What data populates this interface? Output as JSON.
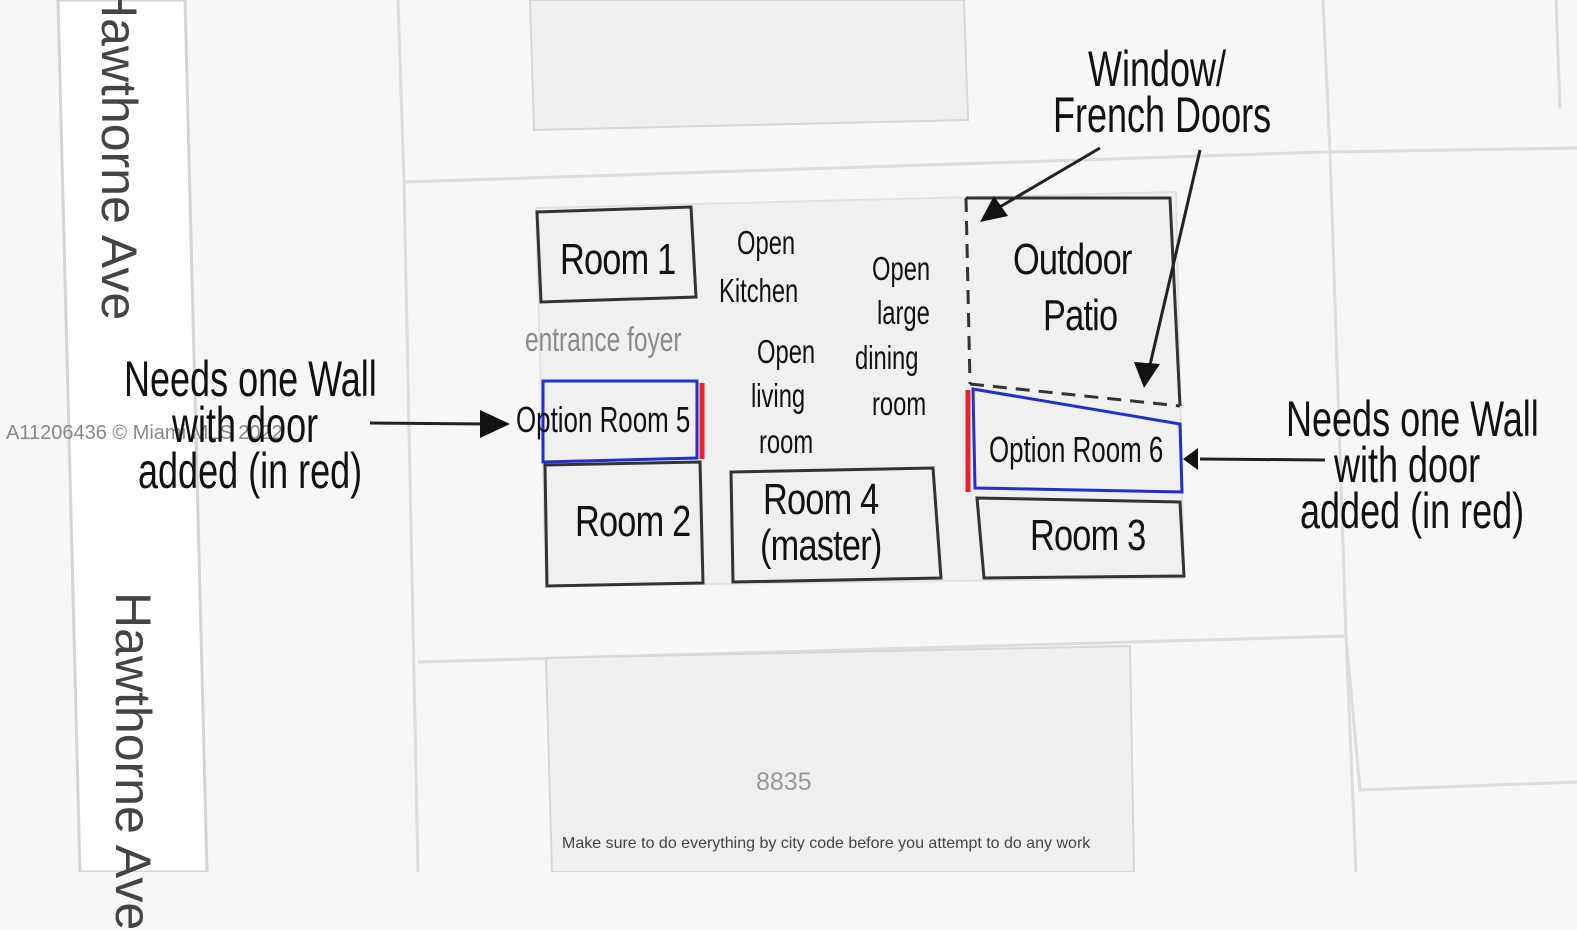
{
  "streets": {
    "top": "Hawthorne Ave",
    "bottom": "Hawthorne Ave"
  },
  "watermark": "A11206436 © Miami MLS 2022",
  "rooms": {
    "room1": "Room 1",
    "room2": "Room 2",
    "room3": "Room 3",
    "room4_line1": "Room 4",
    "room4_line2": "(master)",
    "option5": "Option Room 5",
    "option6": "Option Room 6",
    "patio_line1": "Outdoor",
    "patio_line2": "Patio",
    "foyer": "entrance foyer",
    "kitchen_line1": "Open",
    "kitchen_line2": "Kitchen",
    "living_line1": "Open",
    "living_line2": "living",
    "living_line3": "room",
    "dining_line1": "Open",
    "dining_line2": "large",
    "dining_line3": "dining",
    "dining_line4": "room"
  },
  "annotations": {
    "left": [
      "Needs one Wall",
      "with door",
      "added (in red)"
    ],
    "right": [
      "Needs one Wall",
      "with door",
      "added (in red)"
    ],
    "window_line1": "Window/",
    "window_line2": "French Doors"
  },
  "house_number": "8835",
  "footer": "Make sure to do everything by city code before you attempt to do any work",
  "colors": {
    "wall_red": "#e8202f",
    "option_blue": "#2030d0",
    "road": "#ffffff",
    "lot_line": "#dcdcdf"
  }
}
